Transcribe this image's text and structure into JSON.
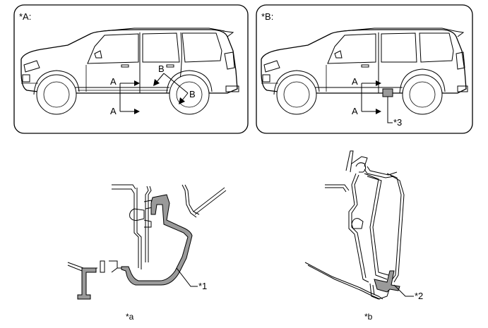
{
  "panels": {
    "a": {
      "label": "*A:",
      "arrows": [
        "A",
        "A",
        "B",
        "B"
      ]
    },
    "b": {
      "label": "*B:",
      "arrows": [
        "A",
        "A"
      ],
      "callout": "*3"
    }
  },
  "sections": {
    "a": {
      "caption": "*a",
      "callout": "*1"
    },
    "b": {
      "caption": "*b",
      "callout": "*2"
    }
  },
  "colors": {
    "part_fill": "#9a9a9a",
    "line": "#000000"
  }
}
